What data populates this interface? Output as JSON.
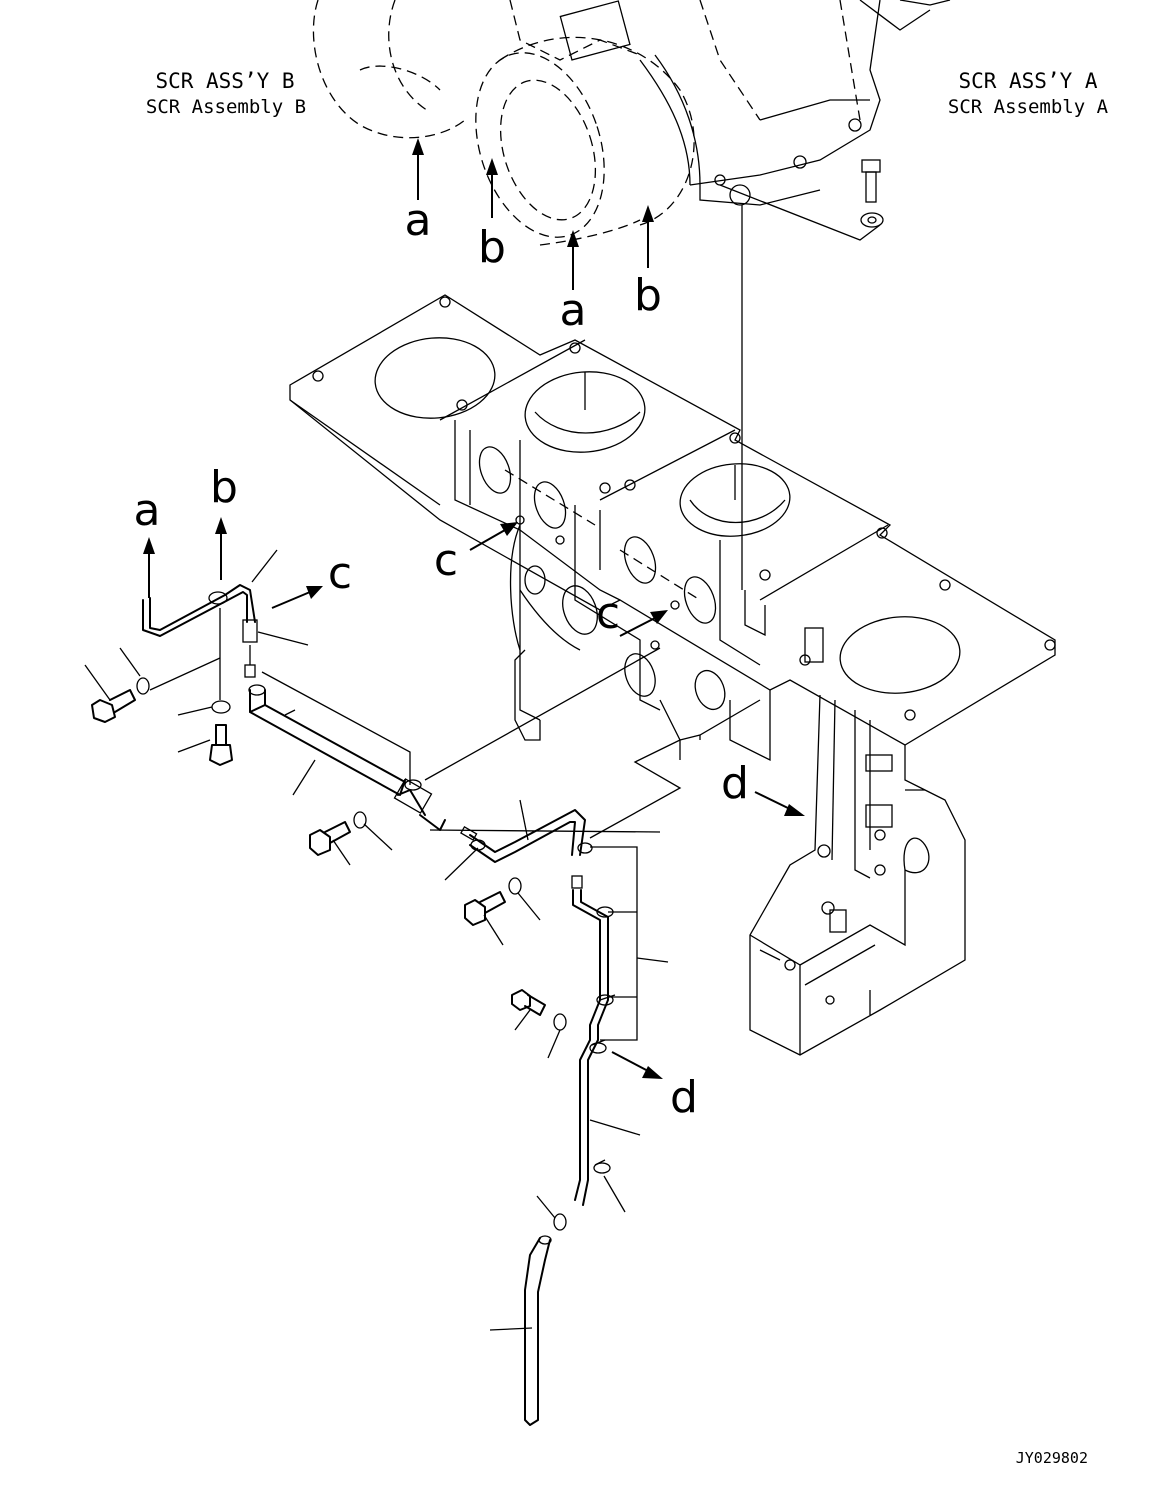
{
  "labels": {
    "assembly_b_jp": "SCR ASS’Y B",
    "assembly_b_en": "SCR Assembly B",
    "assembly_a_jp": "SCR ASS’Y A",
    "assembly_a_en": "SCR Assembly A",
    "code": "JY029802"
  },
  "callouts": {
    "a": "a",
    "b": "b",
    "c": "c",
    "d": "d"
  }
}
